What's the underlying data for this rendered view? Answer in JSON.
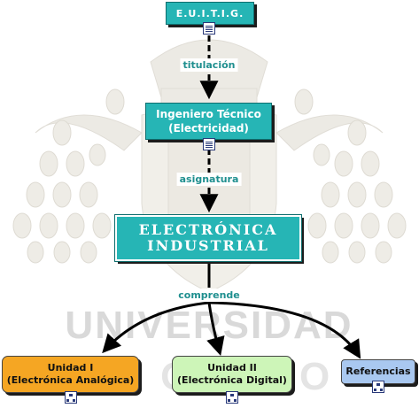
{
  "nodes": {
    "euitig": "E.U.I.T.I.G.",
    "ingeniero_line1": "Ingeniero Técnico",
    "ingeniero_line2": "(Electricidad)",
    "electronica_line1": "ELECTRÓNICA",
    "electronica_line2": "INDUSTRIAL",
    "unidad1_line1": "Unidad I",
    "unidad1_line2": "(Electrónica Analógica)",
    "unidad2_line1": "Unidad II",
    "unidad2_line2": "(Electrónica Digital)",
    "referencias": "Referencias"
  },
  "links": {
    "titulacion": "titulación",
    "asignatura": "asignatura",
    "comprende": "comprende"
  },
  "watermark": {
    "text": "UNIVERSIDAD DE OVIEDO"
  },
  "colors": {
    "teal": "#26b5b5",
    "link_text": "#1f8f8f",
    "unidad1": "#f5a623",
    "unidad2": "#cdf5b8",
    "referencias": "#a9c8f0",
    "watermark": "#d9d9d9"
  },
  "icons": {
    "document": "document-icon",
    "concept_map": "concept-map-icon"
  }
}
